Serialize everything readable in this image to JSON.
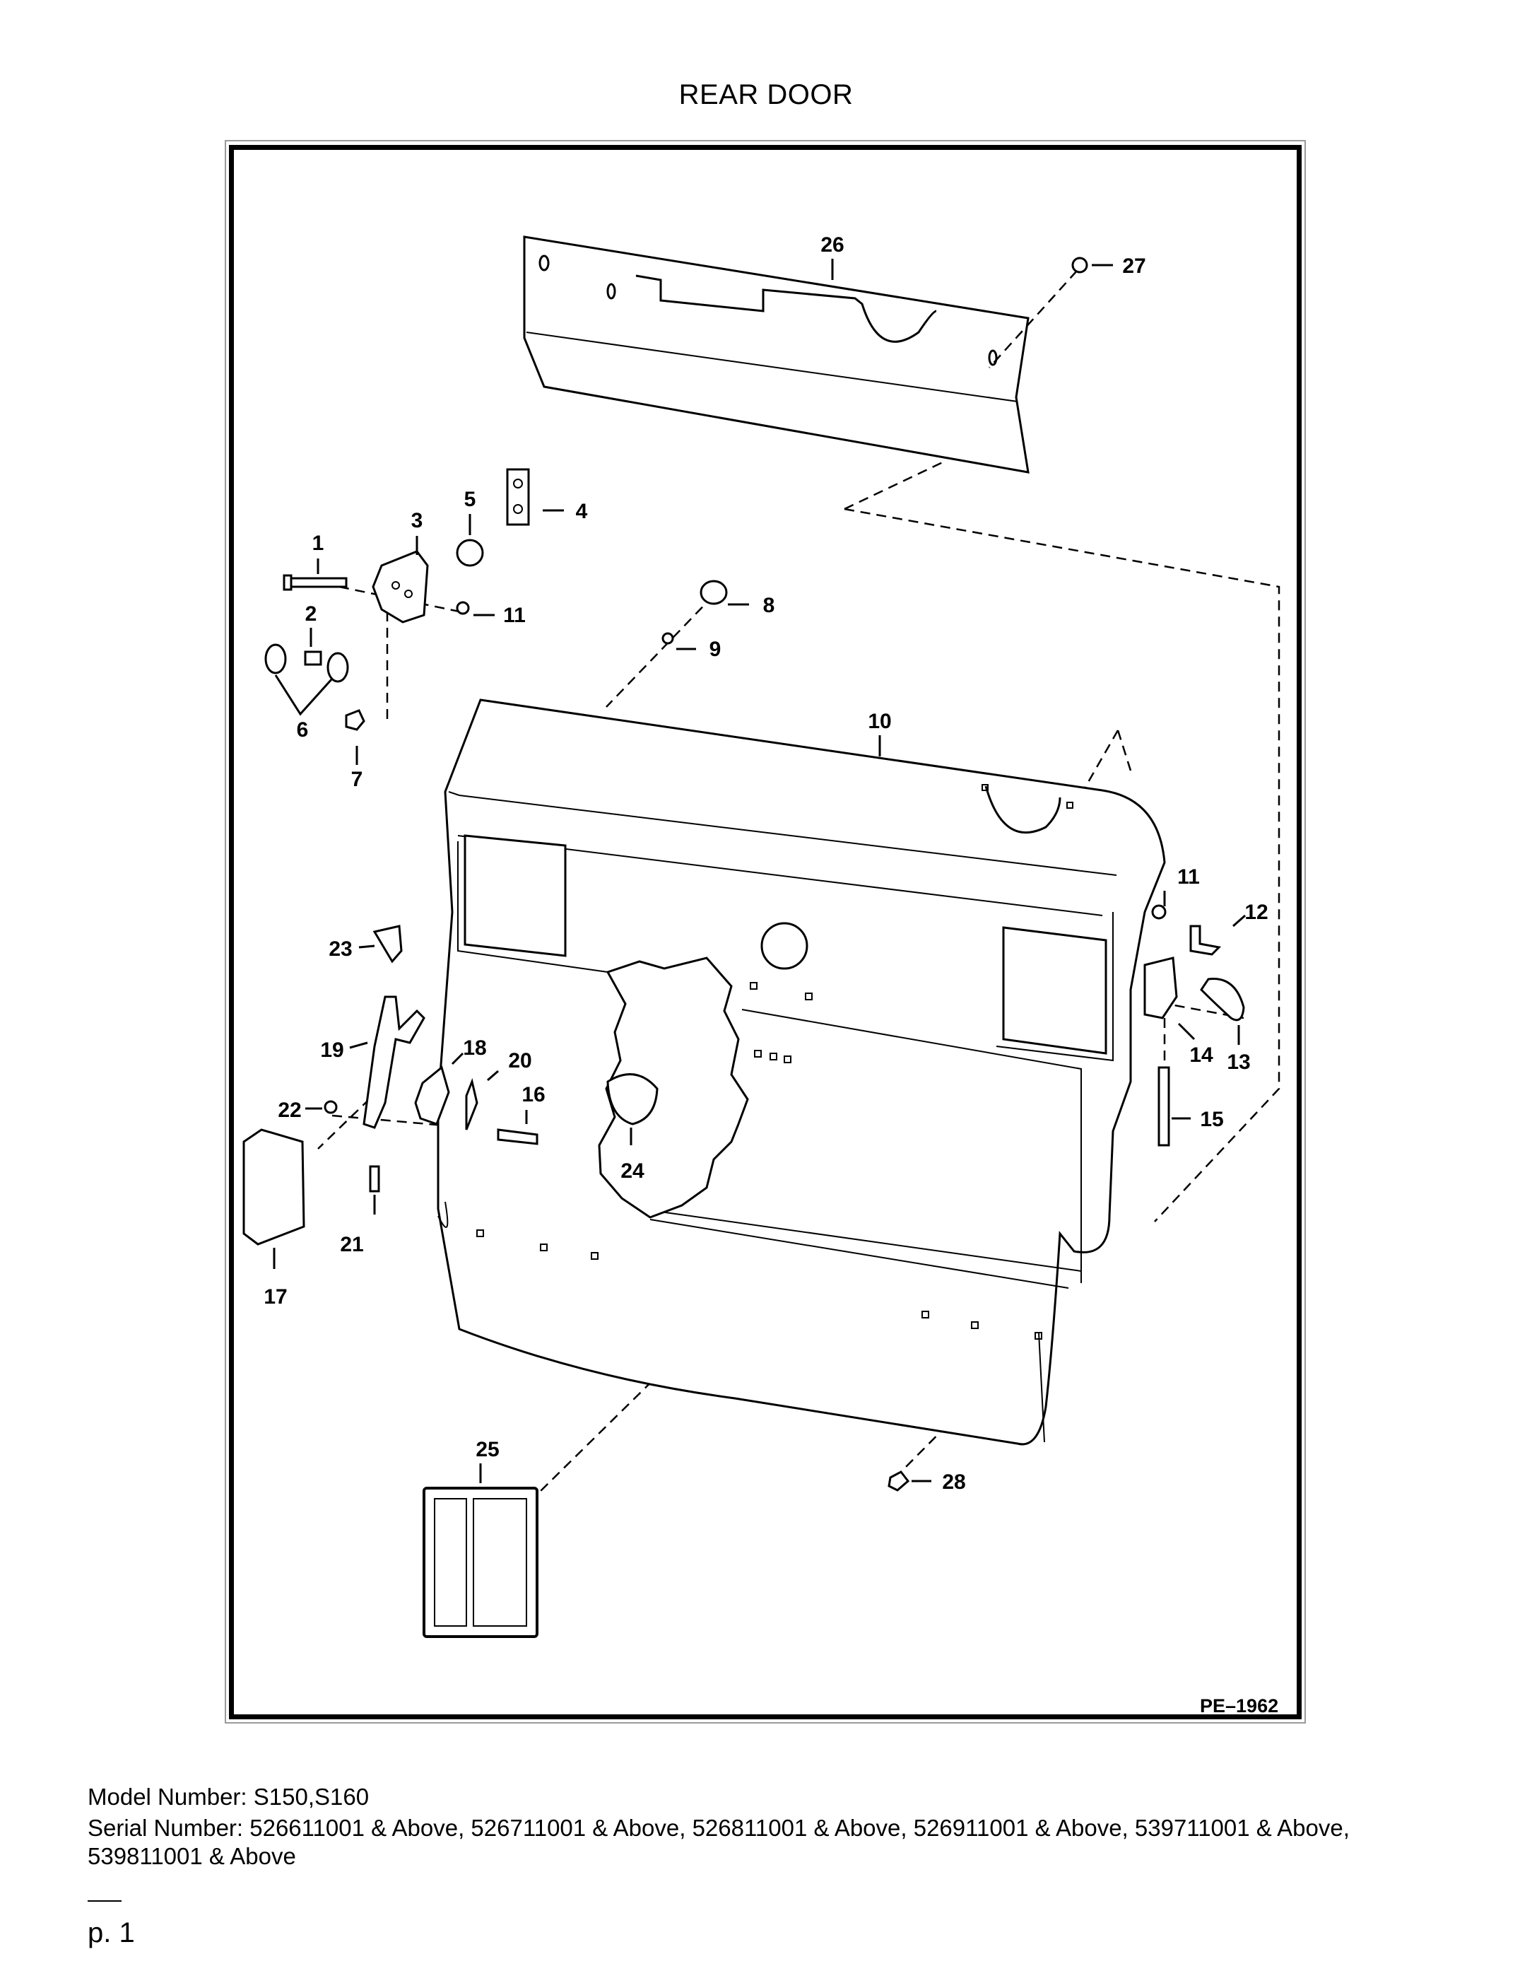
{
  "page": {
    "title": "REAR DOOR",
    "drawing_code": "PE–1962",
    "model_line": "Model Number: S150,S160",
    "serial_line": "Serial Number: 526611001 & Above, 526711001 & Above, 526811001 & Above, 526911001 & Above, 539711001 & Above, 539811001 & Above",
    "page_number": "p. 1"
  },
  "diagram": {
    "callouts": [
      "1",
      "2",
      "3",
      "4",
      "5",
      "6",
      "7",
      "8",
      "9",
      "10",
      "11",
      "11",
      "12",
      "13",
      "14",
      "15",
      "16",
      "17",
      "18",
      "19",
      "20",
      "21",
      "22",
      "23",
      "24",
      "25",
      "26",
      "27",
      "28"
    ]
  }
}
